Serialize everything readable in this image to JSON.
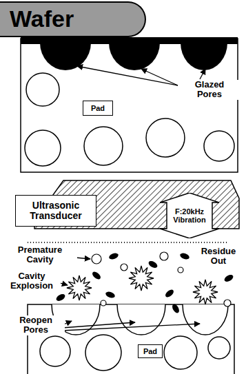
{
  "diagram": {
    "nodes": [
      {
        "text": [
          "Wafer"
        ]
      },
      {
        "text": [
          "Pad"
        ]
      },
      {
        "text": [
          "Ultrasonic Transducer"
        ]
      },
      {
        "text": [
          "F:20kHz Vibration"
        ]
      },
      {
        "text": [
          "Pad"
        ]
      }
    ],
    "labels": [
      "Glazed Pores",
      "Premature Cavity",
      "Cavity Explosion",
      "Residue Out",
      "Reopen Pores"
    ]
  }
}
